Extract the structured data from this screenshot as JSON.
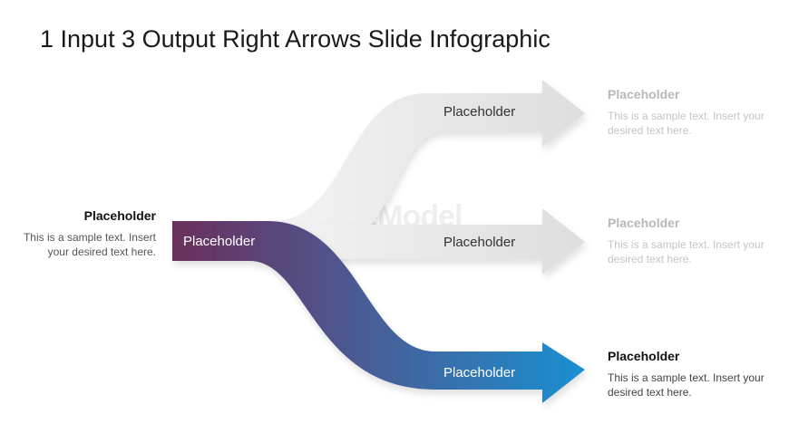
{
  "title": "1 Input 3 Output Right Arrows Slide Infographic",
  "watermark": "SlideModel",
  "colors": {
    "input_start": "#6b2f5c",
    "output_end": "#1b8fd0",
    "faded_arrow": "#e3e3e3"
  },
  "input": {
    "label": "Placeholder",
    "heading": "Placeholder",
    "text": "This is a sample text. Insert your desired text here."
  },
  "outputs": [
    {
      "label": "Placeholder",
      "heading": "Placeholder",
      "text": "This is a sample text. Insert your desired text here."
    },
    {
      "label": "Placeholder",
      "heading": "Placeholder",
      "text": "This is a sample text. Insert your desired text here."
    },
    {
      "label": "Placeholder",
      "heading": "Placeholder",
      "text": "This is a sample text. Insert your desired text here."
    }
  ]
}
